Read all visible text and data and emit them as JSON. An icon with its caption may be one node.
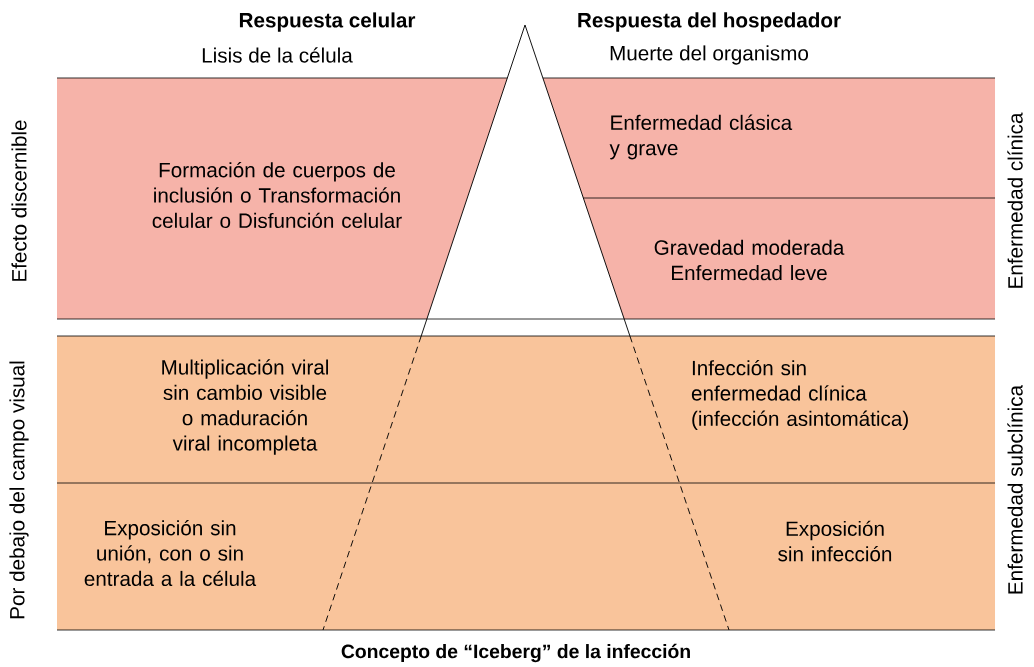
{
  "diagram": {
    "caption": "Concepto de “Iceberg” de la infección",
    "nodes": [
      {
        "text": [
          "Formación de cuerpos de inclusión o Transformación celular o Disfunción celular"
        ]
      },
      {
        "text": [
          "Enfermedad clásica y grave"
        ]
      },
      {
        "text": [
          "Gravedad moderada Enfermedad leve"
        ]
      },
      {
        "text": [
          "Multiplicación viral sin cambio visible o maduración viral incompleta"
        ]
      },
      {
        "text": [
          "Infección sin enfermedad clínica (infección asintomática)"
        ]
      },
      {
        "text": [
          "Exposición sin unión, con o sin entrada a la célula"
        ]
      },
      {
        "text": [
          "Exposición sin infección"
        ]
      }
    ],
    "labels": [
      "Respuesta celular",
      "Respuesta del hospedador",
      "Lisis de la célula",
      "Muerte del organismo",
      "Efecto discernible",
      "Enfermedad clínica",
      "Por debajo del campo visual",
      "Enfermedad subclínica"
    ]
  }
}
